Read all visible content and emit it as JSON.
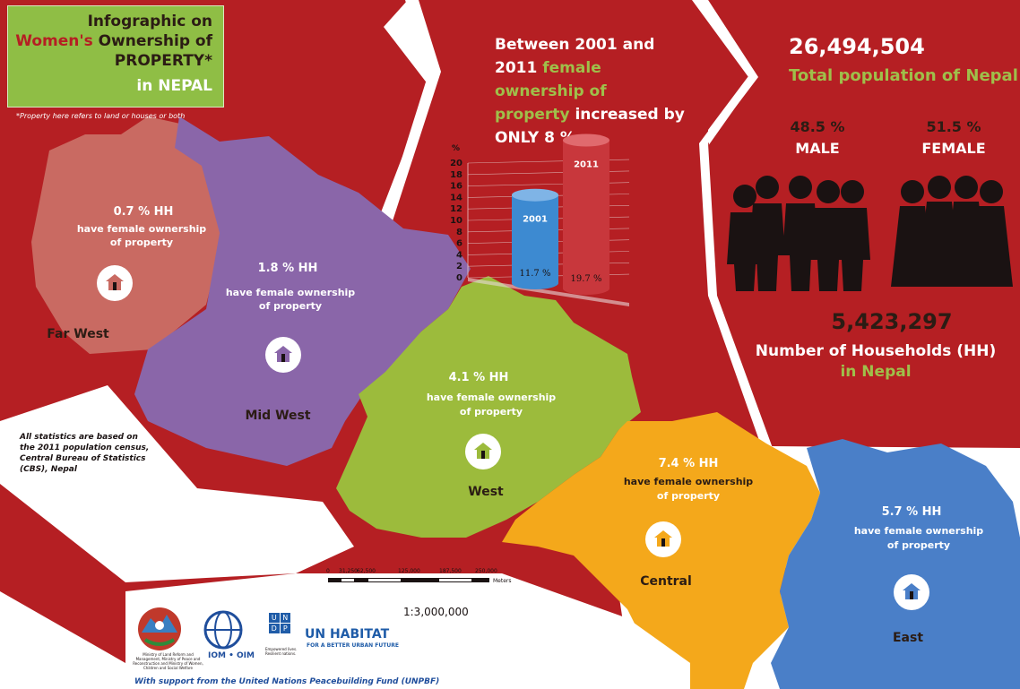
{
  "title": {
    "line1": "Infographic on",
    "line2_highlight": "Women's",
    "line2_rest": "Ownership of",
    "line3": "PROPERTY*",
    "line4": "in NEPAL"
  },
  "footnote": "*Property here refers to land or houses or both",
  "stats_note": "All statistics are based on the 2011 population census, Central Bureau of Statistics (CBS), Nepal",
  "comparison_text": {
    "p1": "Between 2001 and",
    "p2_year": "2011",
    "p2_highlight": "female",
    "p3": "ownership of",
    "p4_highlight": "property",
    "p4_rest": "increased by",
    "p5": "ONLY 8 %"
  },
  "population": {
    "total": "26,494,504",
    "total_label": "Total population of Nepal",
    "male_pct": "48.5 %",
    "male_label": "MALE",
    "female_pct": "51.5 %",
    "female_label": "FEMALE",
    "households": "5,423,297",
    "households_label1": "Number of Households (HH)",
    "households_label2": "in Nepal"
  },
  "regions": [
    {
      "name": "Far West",
      "pct": "0.7 % HH",
      "desc1": "have female ownership",
      "desc2": "of property",
      "color": "#c96a62"
    },
    {
      "name": "Mid West",
      "pct": "1.8 % HH",
      "desc1": "have female ownership",
      "desc2": "of property",
      "color": "#8a66a9"
    },
    {
      "name": "West",
      "pct": "4.1 % HH",
      "desc1": "have female ownership",
      "desc2": "of property",
      "color": "#9cbb3c"
    },
    {
      "name": "Central",
      "pct": "7.4 % HH",
      "desc1": "have female ownership",
      "desc2": "of property",
      "color": "#f4a81b"
    },
    {
      "name": "East",
      "pct": "5.7 % HH",
      "desc1": "have female ownership",
      "desc2": "of property",
      "color": "#4a7fc8"
    }
  ],
  "scale": {
    "ticks": [
      "0",
      "31,250",
      "62,500",
      "125,000",
      "187,500",
      "250,000"
    ],
    "unit": "Meters",
    "ratio": "1:3,000,000"
  },
  "logos": {
    "gov_caption": "Ministry of Land Reform and Management, Ministry of Peace and Reconstruction and Ministry of Women, Children and Social Welfare",
    "iom": "IOM • OIM",
    "undp_letters": [
      "U",
      "N",
      "D",
      "P"
    ],
    "undp_caption": "Empowered lives. Resilient nations.",
    "habitat": "UN HABITAT",
    "habitat_tagline": "FOR A BETTER URBAN FUTURE"
  },
  "support_text": "With support from the United Nations Peacebuilding Fund (UNPBF)",
  "colors": {
    "background_red": "#b51f23",
    "title_green": "#8fbe45",
    "accent_green": "#9fbf4a",
    "bar_2001": "#3d8ad1",
    "bar_2011": "#c8373c"
  },
  "chart_data": {
    "type": "bar",
    "categories": [
      "2001",
      "2011"
    ],
    "values": [
      11.7,
      19.7
    ],
    "value_labels": [
      "11.7 %",
      "19.7 %"
    ],
    "title": "",
    "xlabel": "",
    "ylabel": "%",
    "ylim": [
      0,
      20
    ],
    "yticks": [
      "0",
      "2",
      "4",
      "6",
      "8",
      "10",
      "12",
      "14",
      "16",
      "18",
      "20"
    ],
    "grid": true
  }
}
